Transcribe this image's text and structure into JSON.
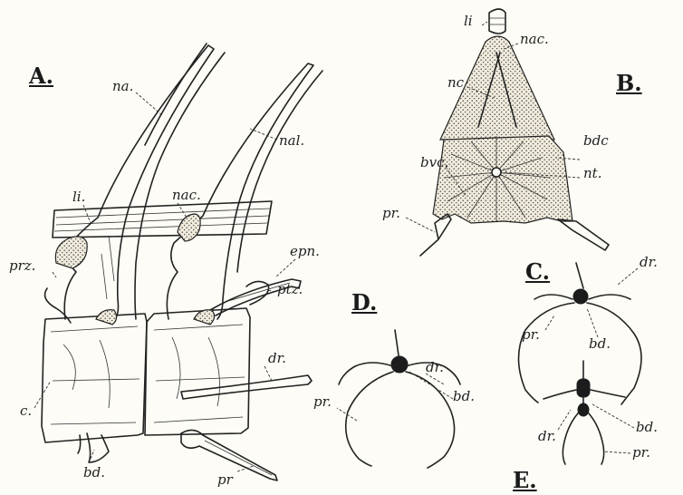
{
  "panels": {
    "a": "A.",
    "b": "B.",
    "c": "C.",
    "d": "D.",
    "e": "E."
  },
  "labels": {
    "na": "na.",
    "nal": "nal.",
    "li_a": "li.",
    "nac_a": "nac.",
    "epn": "epn.",
    "prz": "prz.",
    "ptz": "ptz.",
    "dr_a": "dr.",
    "c": "c.",
    "bd_a": "bd.",
    "pr_a": "pr",
    "li_b": "li",
    "nac_b": "nac.",
    "nc": "nc",
    "bdc": "bdc",
    "bvc": "bvc.",
    "nt": "nt.",
    "pr_b": "pr.",
    "dr_c": "dr.",
    "pr_c": "pr.",
    "bd_c": "bd.",
    "dr_d": "dr.",
    "bd_d": "bd.",
    "pr_d": "pr.",
    "dr_e": "dr.",
    "bd_e": "bd.",
    "pr_e": "pr."
  }
}
